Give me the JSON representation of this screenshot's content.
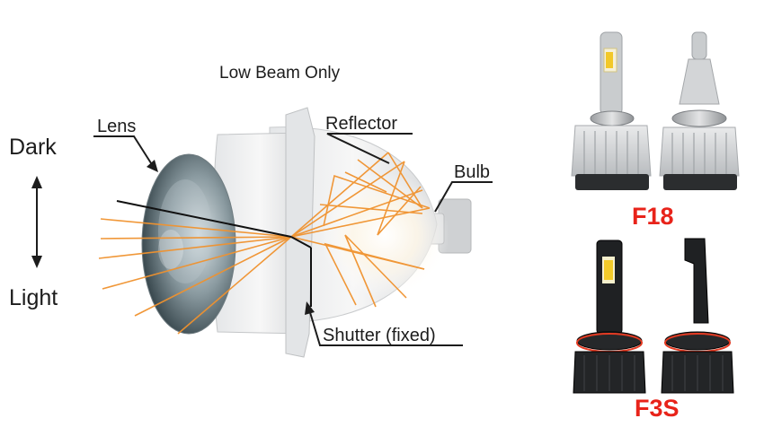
{
  "title": "Low Beam Only",
  "scale": {
    "top": "Dark",
    "bottom": "Light"
  },
  "callouts": {
    "lens": "Lens",
    "reflector": "Reflector",
    "bulb": "Bulb",
    "shutter": "Shutter (fixed)"
  },
  "products": [
    {
      "model": "F18"
    },
    {
      "model": "F3S"
    }
  ],
  "colors": {
    "light_ray": "#f0922e",
    "label_red": "#e8231a",
    "cutoff_line": "#111111"
  }
}
